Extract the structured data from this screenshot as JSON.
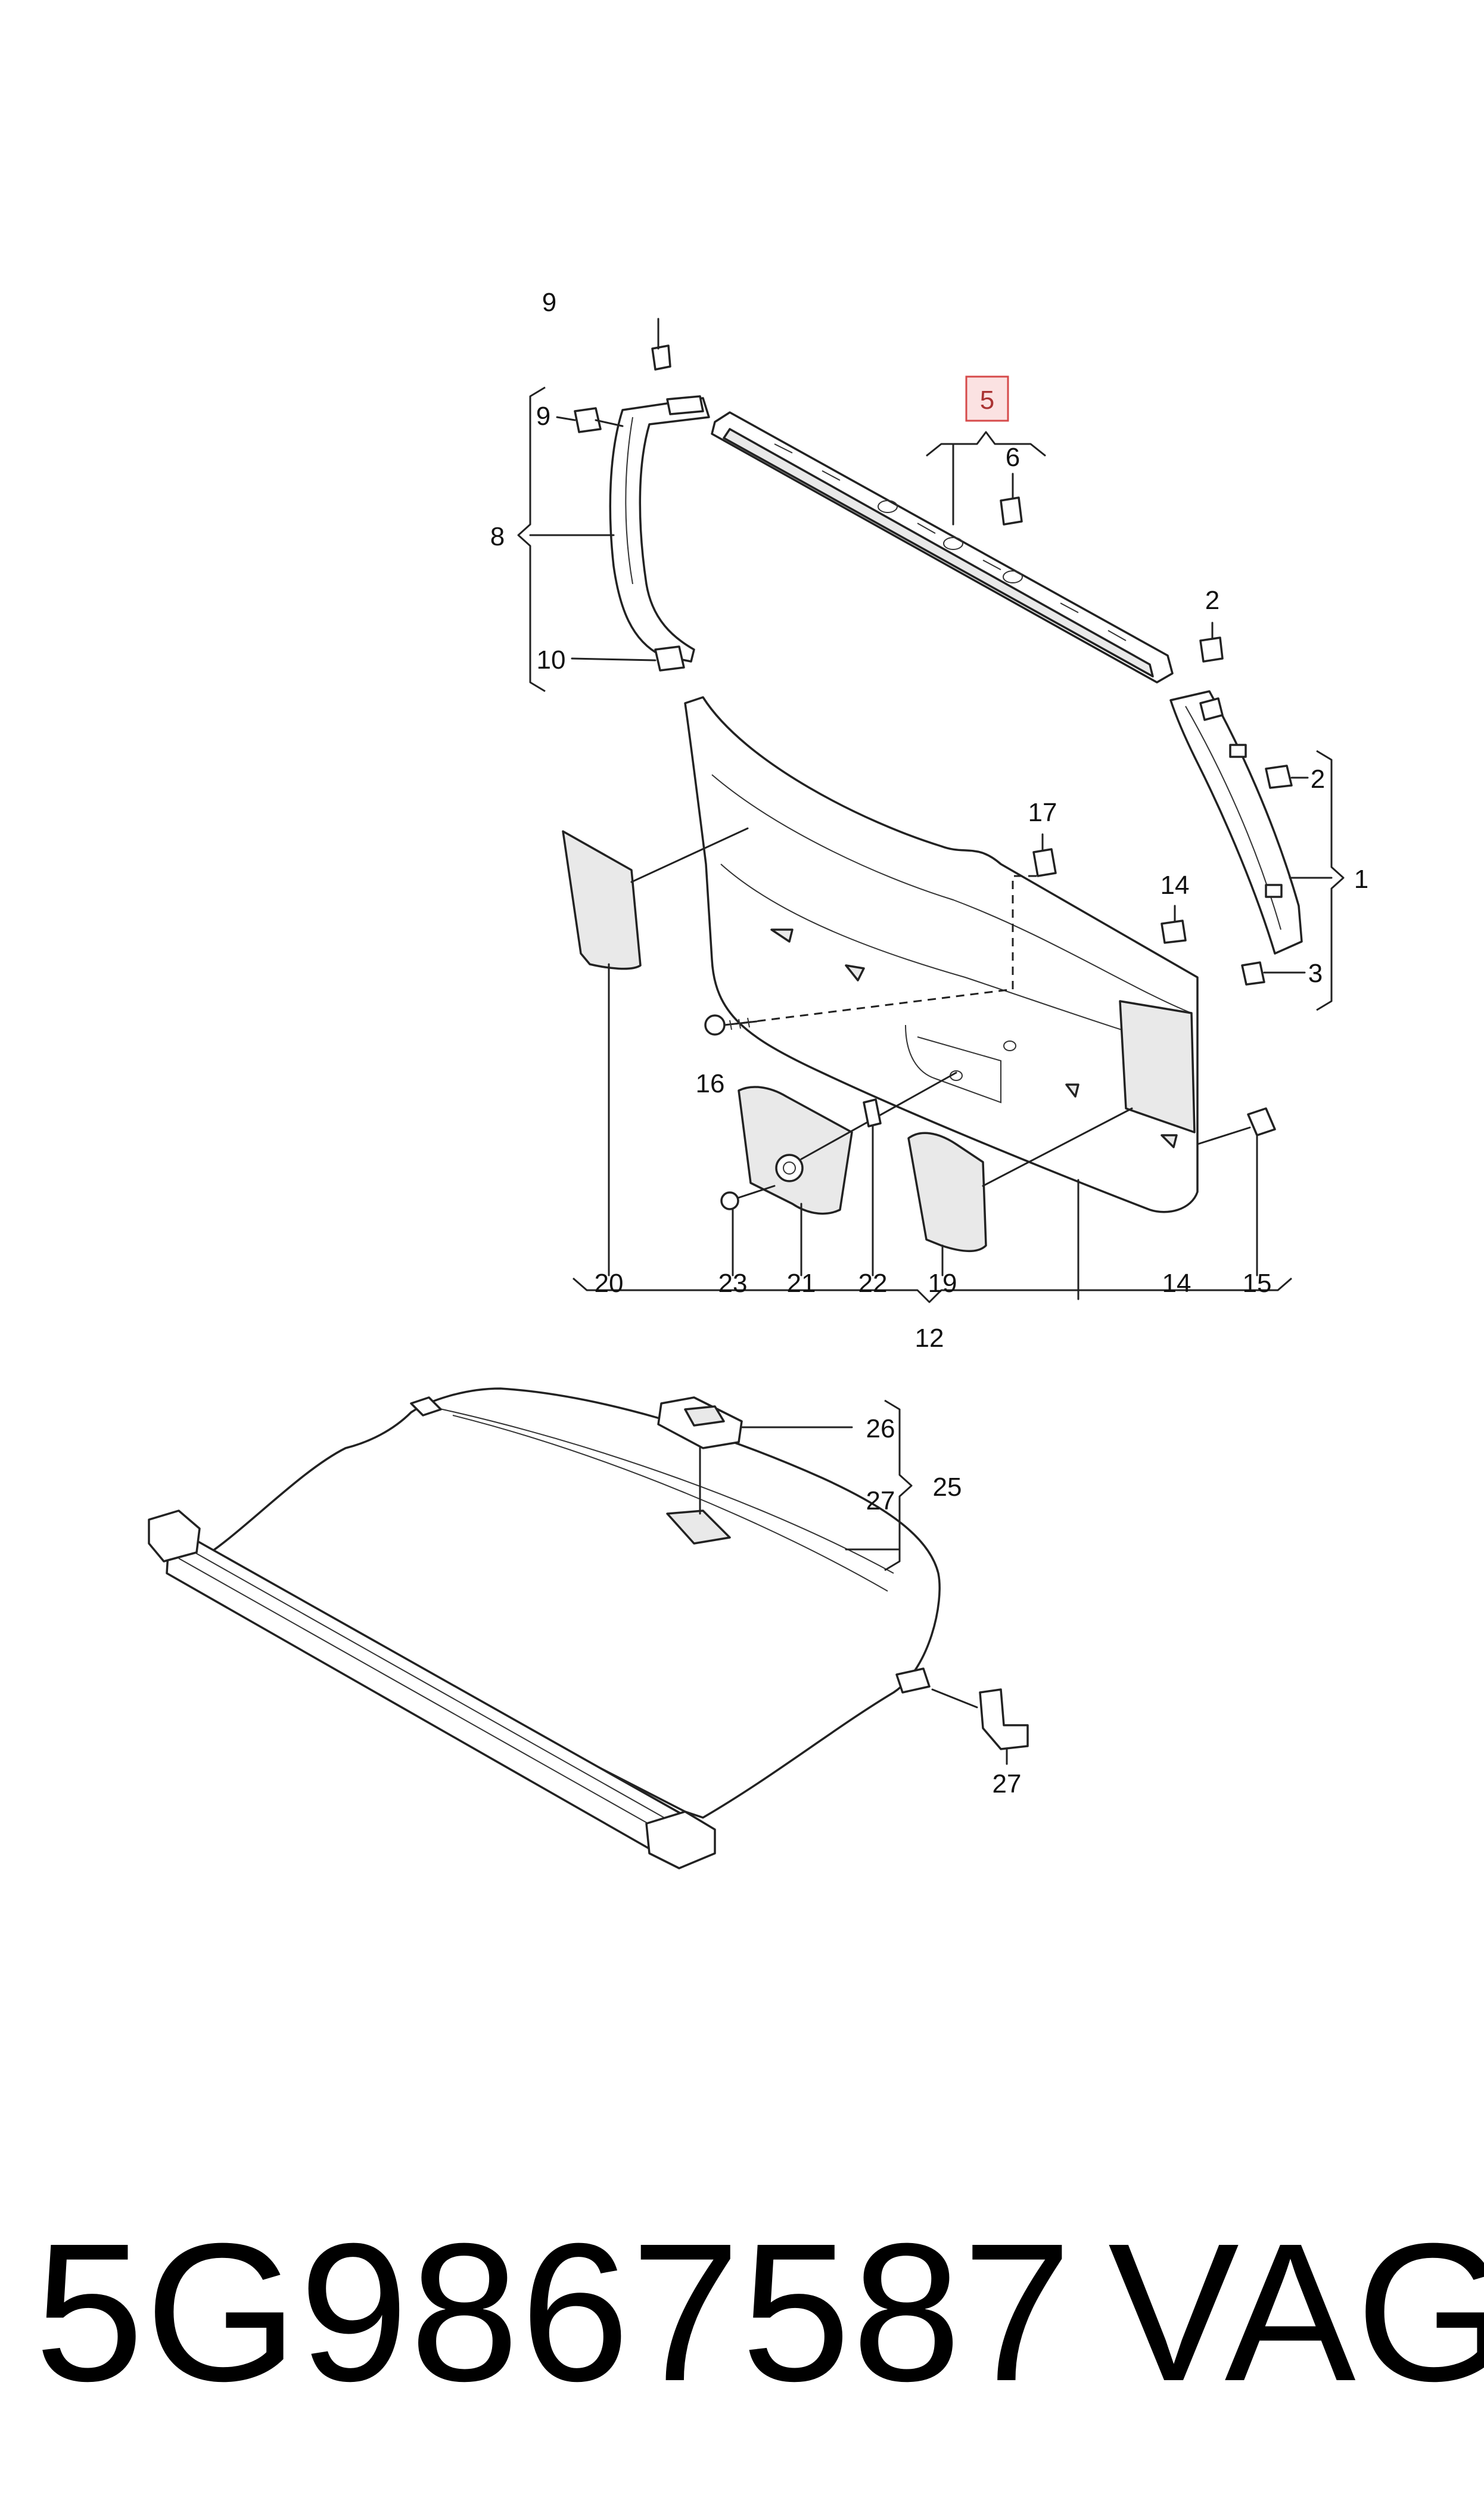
{
  "callouts": {
    "c1": "1",
    "c2a": "2",
    "c2b": "2",
    "c3": "3",
    "c5": "5",
    "c6": "6",
    "c8": "8",
    "c9a": "9",
    "c9b": "9",
    "c10": "10",
    "c12": "12",
    "c14a": "14",
    "c14b": "14",
    "c15": "15",
    "c16": "16",
    "c17": "17",
    "c19": "19",
    "c20": "20",
    "c21": "21",
    "c22": "22",
    "c23": "23",
    "c25": "25",
    "c26": "26",
    "c27a": "27",
    "c27b": "27"
  },
  "highlighted_callout": "5",
  "highlight_color": "#d64a4a",
  "footer": {
    "part_number": "5G9867587",
    "brand": "VAG"
  }
}
